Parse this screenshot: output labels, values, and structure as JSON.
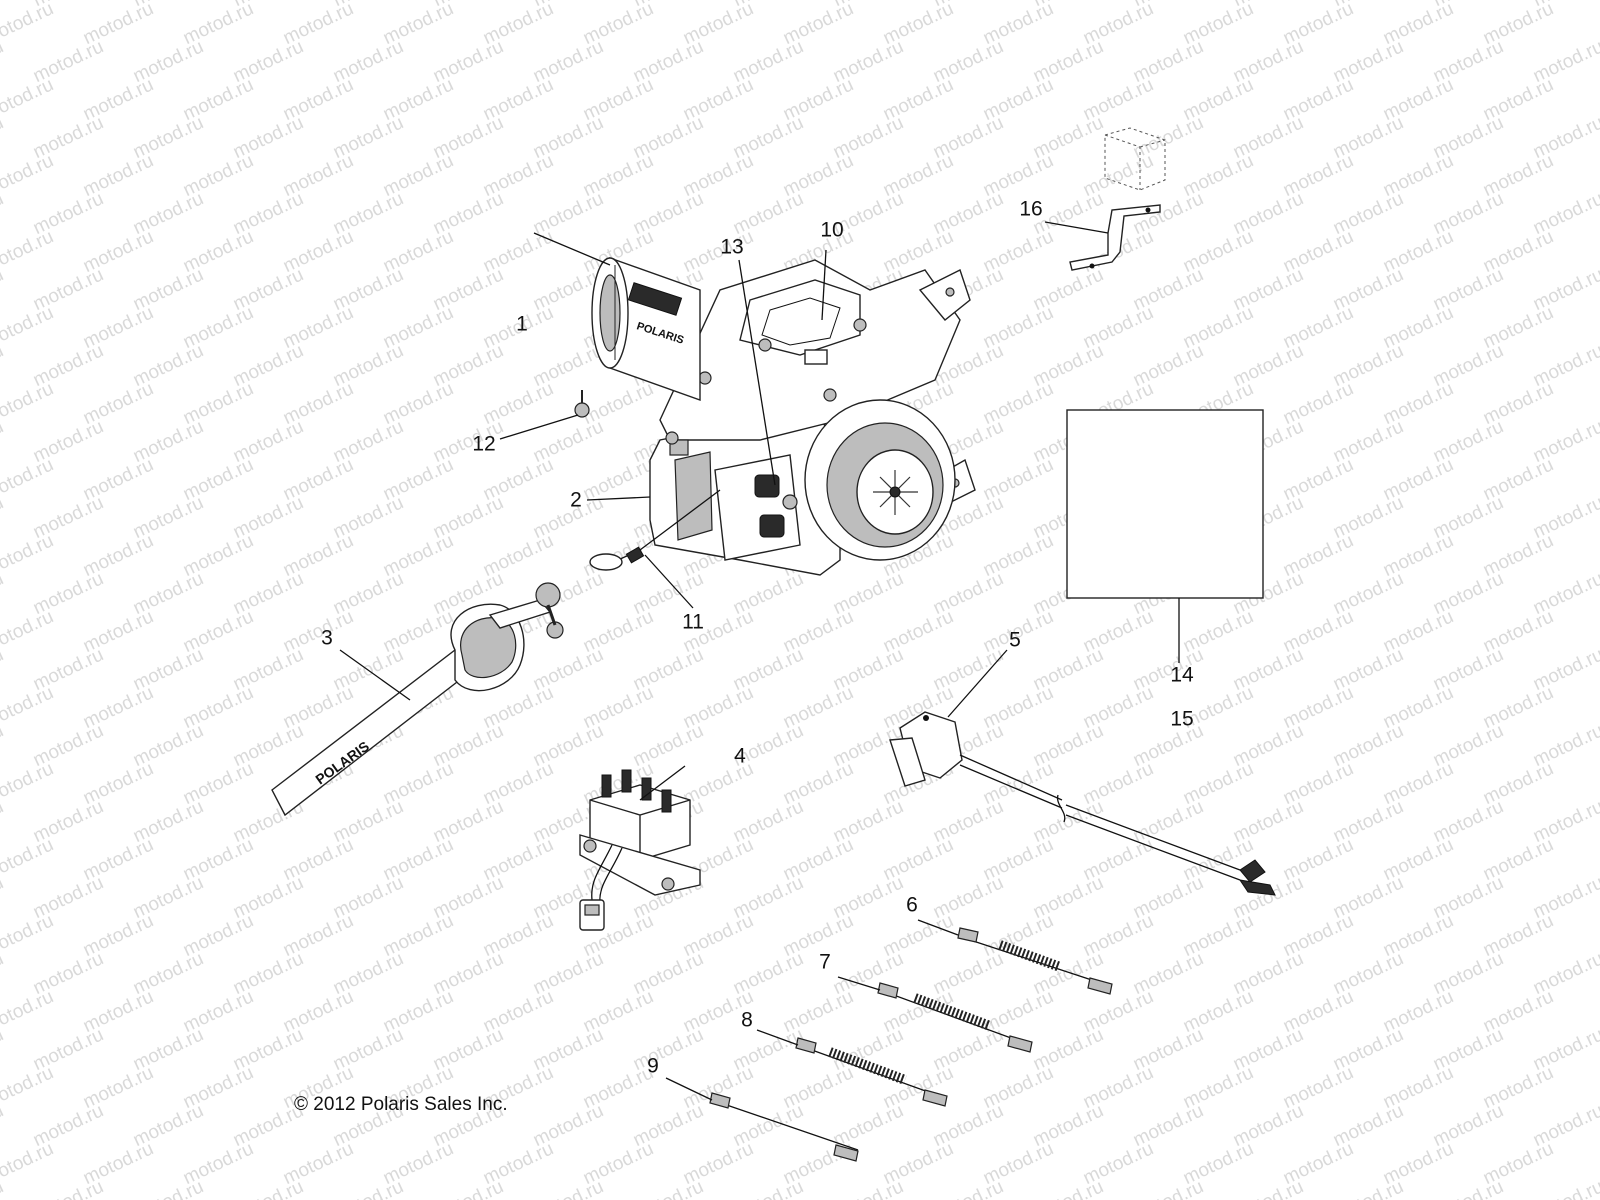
{
  "watermark_text": "motod.ru",
  "copyright": "© 2012 Polaris Sales Inc.",
  "strap_brand": "POLARIS",
  "motor_brand": "POLARIS",
  "callouts": [
    "1",
    "2",
    "3",
    "4",
    "5",
    "6",
    "7",
    "8",
    "9",
    "10",
    "11",
    "12",
    "13",
    "14",
    "15",
    "16"
  ],
  "parts": [
    {
      "id": "winch-motor",
      "callout": "1"
    },
    {
      "id": "winch-drum-housing",
      "callout": "2"
    },
    {
      "id": "tow-strap-hook",
      "callout": "3"
    },
    {
      "id": "solenoid-contactor",
      "callout": "4"
    },
    {
      "id": "control-harness",
      "callout": "5"
    },
    {
      "id": "battery-cable-6",
      "callout": "6"
    },
    {
      "id": "battery-cable-7",
      "callout": "7"
    },
    {
      "id": "battery-cable-8",
      "callout": "8"
    },
    {
      "id": "ground-strap-9",
      "callout": "9"
    },
    {
      "id": "mounting-plate",
      "callout": "10"
    },
    {
      "id": "wire-rope-loop",
      "callout": "11"
    },
    {
      "id": "motor-terminal",
      "callout": "12"
    },
    {
      "id": "fairlead-roller",
      "callout": "13"
    },
    {
      "id": "instruction-sheet",
      "callout": "14"
    },
    {
      "id": "label-item",
      "callout": "15"
    },
    {
      "id": "relay-bracket",
      "callout": "16"
    }
  ]
}
